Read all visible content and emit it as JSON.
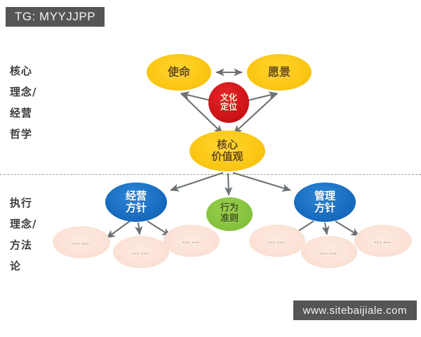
{
  "watermarks": {
    "telegram": "TG: MYYJJPP",
    "site": "www.sitebaijiale.com"
  },
  "sections": {
    "core": {
      "name": "core-philosophy-label",
      "lines": [
        "核心",
        "理念/",
        "经营",
        "哲学"
      ]
    },
    "exec": {
      "name": "execution-philosophy-label",
      "lines": [
        "执行",
        "理念/",
        "方法",
        "论"
      ]
    }
  },
  "nodes": {
    "mission": {
      "lines": [
        "使命"
      ],
      "color": "#fcc816"
    },
    "vision": {
      "lines": [
        "愿景"
      ],
      "color": "#fcc816"
    },
    "culture": {
      "lines": [
        "文化",
        "定位"
      ],
      "color": "#cf1417"
    },
    "values": {
      "lines": [
        "核心",
        "价值观"
      ],
      "color": "#fcc816"
    },
    "business": {
      "lines": [
        "经营",
        "方针"
      ],
      "color": "#176cc0"
    },
    "conduct": {
      "lines": [
        "行为",
        "准则"
      ],
      "color": "#86c33e"
    },
    "management": {
      "lines": [
        "管理",
        "方针"
      ],
      "color": "#176cc0"
    },
    "leaves": [
      {
        "label": "……"
      },
      {
        "label": "……"
      },
      {
        "label": "……"
      },
      {
        "label": "……"
      },
      {
        "label": "……"
      },
      {
        "label": "……"
      }
    ]
  },
  "connectors": {
    "arrow_color": "#6b7175",
    "divider_style": "dashed",
    "divider_color": "#9aa0a6"
  }
}
